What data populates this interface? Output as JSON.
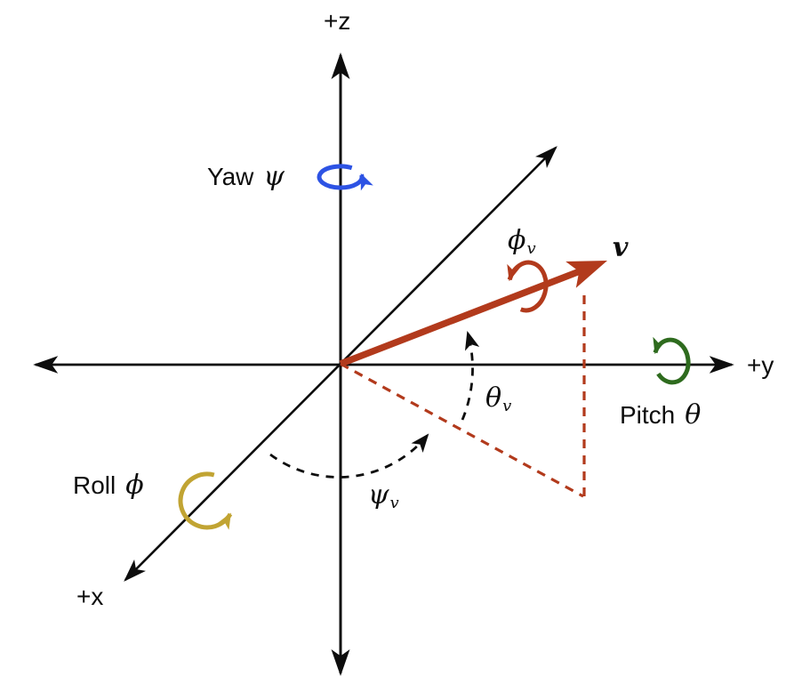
{
  "colors": {
    "ink": "#0d0d0d",
    "red": "#b23a1c",
    "blue": "#2d53e4",
    "green": "#2e6b1e",
    "yellow": "#c1a433"
  },
  "axes": {
    "z": "+z",
    "y": "+y",
    "x": "+x"
  },
  "rotations": {
    "yaw": {
      "word": "Yaw",
      "symbol": "ψ"
    },
    "pitch": {
      "word": "Pitch",
      "symbol": "θ"
    },
    "roll": {
      "word": "Roll",
      "symbol": "ϕ"
    }
  },
  "vector": {
    "label": "v"
  },
  "angles": {
    "phi_v": {
      "symbol": "ϕ",
      "sub": "v"
    },
    "theta_v": {
      "symbol": "θ",
      "sub": "v"
    },
    "psi_v": {
      "symbol": "ψ",
      "sub": "v"
    }
  }
}
